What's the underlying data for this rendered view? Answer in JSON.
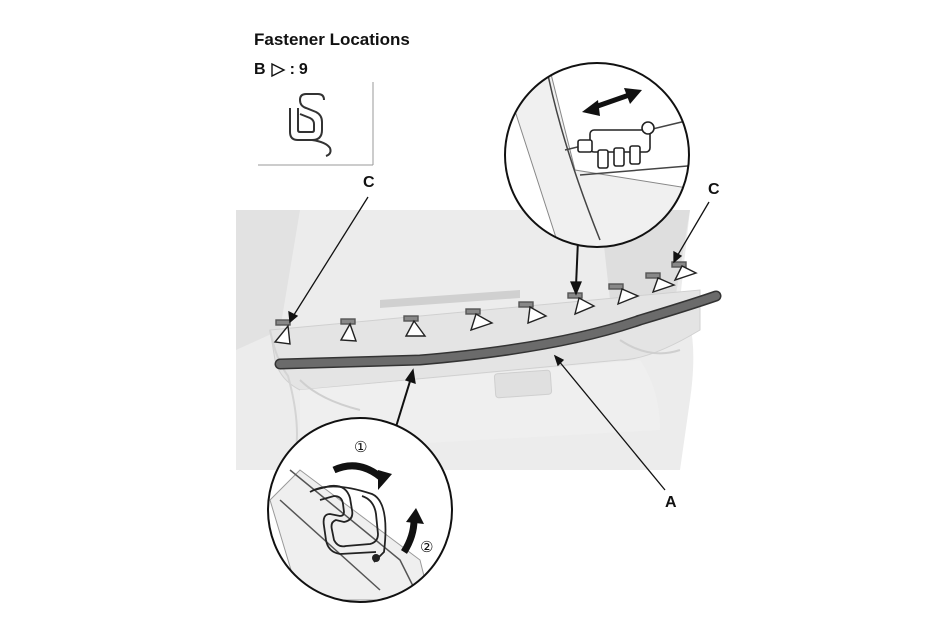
{
  "legend": {
    "title": "Fastener Locations",
    "fastener_letter": "B",
    "fastener_separator": ":",
    "fastener_count": "9"
  },
  "callouts": {
    "c_left": "C",
    "c_right": "C",
    "a": "A"
  },
  "steps": {
    "step1": "①",
    "step2": "②"
  },
  "colors": {
    "molding": "#666666",
    "line": "#111111",
    "car_body": "#e6e6e6",
    "car_shadow": "#d3d3d3"
  }
}
